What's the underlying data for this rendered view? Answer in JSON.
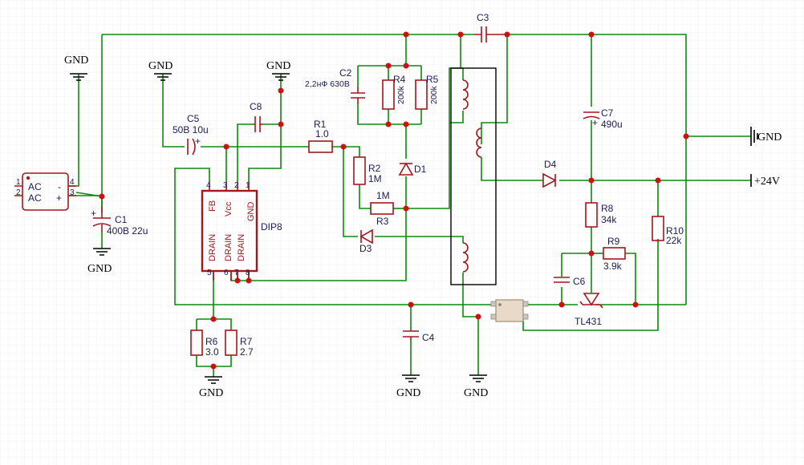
{
  "labels": {
    "gnd": "GND",
    "c1_ref": "C1",
    "c1_val": "400В 22u",
    "c2_ref": "C2",
    "c2_val": "2,2нФ 630В",
    "c3_ref": "C3",
    "c4_ref": "C4",
    "c5_ref": "C5",
    "c5_val": "50В 10u",
    "c6_ref": "C6",
    "c7_ref": "C7",
    "c7_val": "490u",
    "c8_ref": "C8",
    "r1_ref": "R1",
    "r1_val": "1.0",
    "r2_ref": "R2",
    "r2_val": "1M",
    "r3_ref": "R3",
    "r3_val": "1M",
    "r4_ref": "R4",
    "r4_val": "200k",
    "r5_ref": "R5",
    "r5_val": "200k",
    "r6_ref": "R6",
    "r6_val": "3.0",
    "r7_ref": "R7",
    "r7_val": "2.7",
    "r8_ref": "R8",
    "r8_val": "34k",
    "r9_ref": "R9",
    "r9_val": "3.9k",
    "r10_ref": "R10",
    "r10_val": "22k",
    "d1_ref": "D1",
    "d3_ref": "D3",
    "d4_ref": "D4",
    "tl431": "TL431",
    "dip8": "DIP8",
    "out_gnd": "GND",
    "out_24v": "+24V",
    "ac1": "AC",
    "ac2": "AC",
    "ac_minus": "-",
    "ac_plus": "+",
    "bridge_pins": [
      "1",
      "2",
      "4",
      "3"
    ],
    "ic_pins_top": [
      "4",
      "3",
      "2",
      "1"
    ],
    "ic_pins_bottom": [
      "5",
      "6",
      "7",
      "8"
    ],
    "ic_names_top": [
      "FB",
      "Vcc",
      "GND"
    ],
    "ic_names_bottom": [
      "DRAIN",
      "DRAIN",
      "DRAIN"
    ]
  }
}
